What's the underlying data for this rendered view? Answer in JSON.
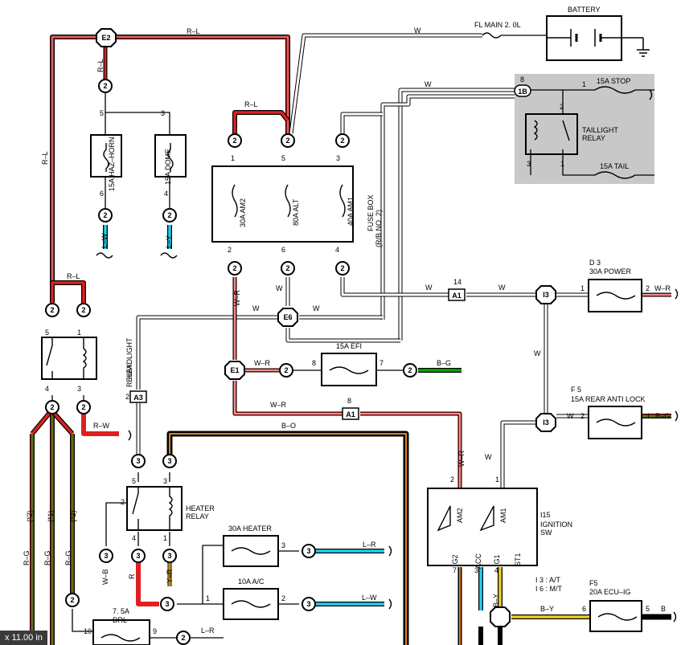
{
  "labels": {
    "e2": "E2",
    "rl": "R–L",
    "w": "W",
    "fl_main": "FL MAIN 2. 0L",
    "battery": "BATTERY",
    "stop": "15A STOP",
    "tail": "15A TAIL",
    "taillight_relay_1": "TAILLIGHT",
    "taillight_relay_2": "RELAY",
    "c1b": "1B",
    "haz_horn": "15A HAZ–HORN",
    "dome": "15A DOME",
    "lw": "L–W",
    "ly": "L–Y",
    "am2": "30A AM2",
    "alt": "80A ALT",
    "am1": "40A AM1",
    "fusebox_1": "FUSE BOX",
    "fusebox_2": "(R/B NO. 2)",
    "wr": "W–R",
    "e6": "E6",
    "e1": "E1",
    "a1": "A1",
    "a3": "A3",
    "i3": "I3",
    "d3": "D 3",
    "d3_name": "30A POWER",
    "efi": "15A EFI",
    "bg": "B–G",
    "f5a": "F 5",
    "f5a_name": "15A REAR ANTI LOCK",
    "rg": "R–G",
    "headlight_relay_1": "HEADLIGHT",
    "headlight_relay_2": "RELAY",
    "rw": "R–W",
    "bo": "B–O",
    "heater_relay_1": "HEATER",
    "heater_relay_2": "RELAY",
    "heater": "30A HEATER",
    "ac": "10A A/C",
    "lr": "L–R",
    "wb": "W–B",
    "r": "R",
    "yr": "Y–R",
    "drl_1": "7. 5A",
    "drl_2": "DRL",
    "star2": "(*2)",
    "star1": "(*1)",
    "i15": "I15",
    "ignition_1": "IGNITION",
    "ignition_2": "SW",
    "ig_am2": "AM2",
    "ig_am1": "AM1",
    "ig2": "IG2",
    "acc": "ACC",
    "ig1": "IG1",
    "st1": "ST1",
    "at": "I 3 : A/T",
    "mt": "I 6 : M/T",
    "by": "B–Y",
    "b": "B",
    "f5b": "F5",
    "ecu_ig": "20A ECU–IG",
    "n2": "2",
    "n3": "3",
    "n4": "4",
    "n5": "5",
    "n6": "6",
    "n7": "7",
    "n8": "8",
    "n9": "9",
    "n10": "10",
    "n14": "14",
    "n1": "1"
  },
  "colors": {
    "red": "#e02020",
    "white": "#ffffff",
    "cyan": "#20d0f0",
    "green": "#10a010",
    "yellow": "#f0d020",
    "orange": "#e08020",
    "black": "#000000",
    "gray_box": "#c8c8c8"
  },
  "status": {
    "zoom": "x 11.00 in"
  }
}
